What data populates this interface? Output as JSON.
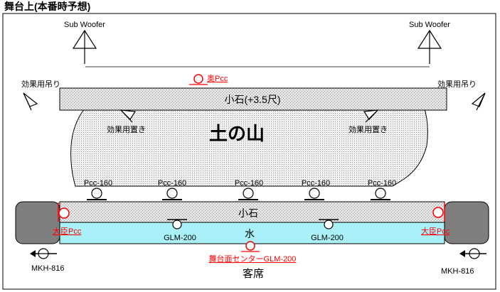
{
  "title": "舞台上(本番時予想)",
  "labels": {
    "sub_woofer_left": "Sub Woofer",
    "sub_woofer_right": "Sub Woofer",
    "effect_hang_left": "効果用吊り",
    "effect_hang_right": "効果用吊り",
    "back_pcc": "奥Pcc",
    "small_stone_top": "小石(+3.5尺)",
    "effect_place_left": "効果用置き",
    "effect_place_right": "効果用置き",
    "mountain": "土の山",
    "small_stone_front": "小石",
    "water": "水",
    "minister_pcc_left": "大臣Pcc",
    "minister_pcc_right": "大臣Pcc",
    "center_glm": "舞台面センターGLM-200",
    "audience": "客席",
    "mkh_left": "MKH-816",
    "mkh_right": "MKH-816"
  },
  "pcc_mics": [
    "Pcc-160",
    "Pcc-160",
    "Pcc-160",
    "Pcc-160",
    "Pcc-160"
  ],
  "glm_mics": [
    "GLM-200",
    "GLM-200"
  ],
  "colors": {
    "water": "#aaf0f8",
    "accent_red": "#ff0000",
    "side_block": "#7f7f7f"
  }
}
